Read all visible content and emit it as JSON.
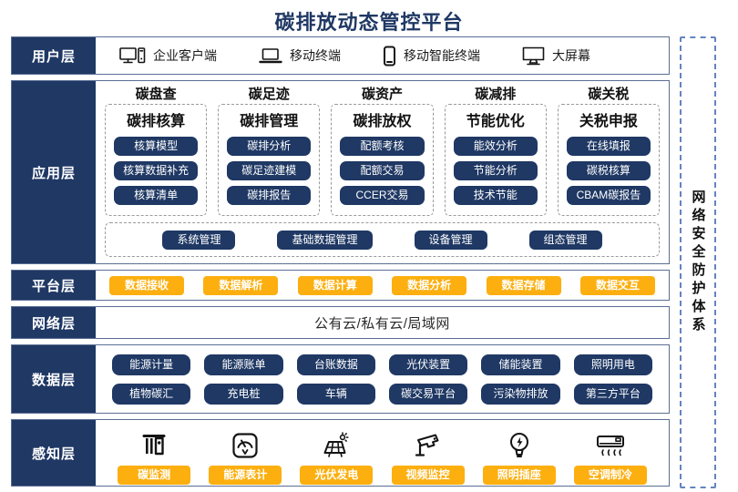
{
  "title": "碳排放动态管控平台",
  "security_sidebar": {
    "label": "网络安全防护体系"
  },
  "colors": {
    "navy": "#1F3864",
    "gold": "#FCAF0F",
    "row_border": "#5B6E94",
    "dash_gray": "#9A9A9A",
    "sidebar_dash_blue": "#6484BF",
    "title_text": "#1F3864"
  },
  "layers": {
    "user": {
      "label": "用户层",
      "items": [
        {
          "icon": "desktop-pc-icon",
          "label": "企业客户端"
        },
        {
          "icon": "laptop-icon",
          "label": "移动终端"
        },
        {
          "icon": "smartphone-icon",
          "label": "移动智能终端"
        },
        {
          "icon": "big-screen-icon",
          "label": "大屏幕"
        }
      ]
    },
    "application": {
      "label": "应用层",
      "columns": [
        {
          "header": "碳盘查",
          "title": "碳排核算",
          "items": [
            "核算模型",
            "核算数据补充",
            "核算清单"
          ]
        },
        {
          "header": "碳足迹",
          "title": "碳排管理",
          "items": [
            "碳排分析",
            "碳足迹建模",
            "碳排报告"
          ]
        },
        {
          "header": "碳资产",
          "title": "碳排放权",
          "items": [
            "配额考核",
            "配额交易",
            "CCER交易"
          ]
        },
        {
          "header": "碳减排",
          "title": "节能优化",
          "items": [
            "能效分析",
            "节能分析",
            "技术节能"
          ]
        },
        {
          "header": "碳关税",
          "title": "关税申报",
          "items": [
            "在线填报",
            "碳税核算",
            "CBAM碳报告"
          ]
        }
      ],
      "common_items": [
        "系统管理",
        "基础数据管理",
        "设备管理",
        "组态管理"
      ]
    },
    "platform": {
      "label": "平台层",
      "items": [
        "数据接收",
        "数据解析",
        "数据计算",
        "数据分析",
        "数据存储",
        "数据交互"
      ]
    },
    "network": {
      "label": "网络层",
      "content": "公有云/私有云/局域网"
    },
    "data": {
      "label": "数据层",
      "rows": [
        [
          "能源计量",
          "能源账单",
          "台账数据",
          "光伏装置",
          "储能装置",
          "照明用电"
        ],
        [
          "植物碳汇",
          "充电桩",
          "车辆",
          "碳交易平台",
          "污染物排放",
          "第三方平台"
        ]
      ]
    },
    "perception": {
      "label": "感知层",
      "items": [
        {
          "icon": "carbon-monitor-icon",
          "label": "碳监测"
        },
        {
          "icon": "energy-meter-icon",
          "label": "能源表计"
        },
        {
          "icon": "solar-power-icon",
          "label": "光伏发电"
        },
        {
          "icon": "cctv-camera-icon",
          "label": "视频监控"
        },
        {
          "icon": "lightbulb-socket-icon",
          "label": "照明插座"
        },
        {
          "icon": "air-conditioner-icon",
          "label": "空调制冷"
        }
      ]
    }
  }
}
